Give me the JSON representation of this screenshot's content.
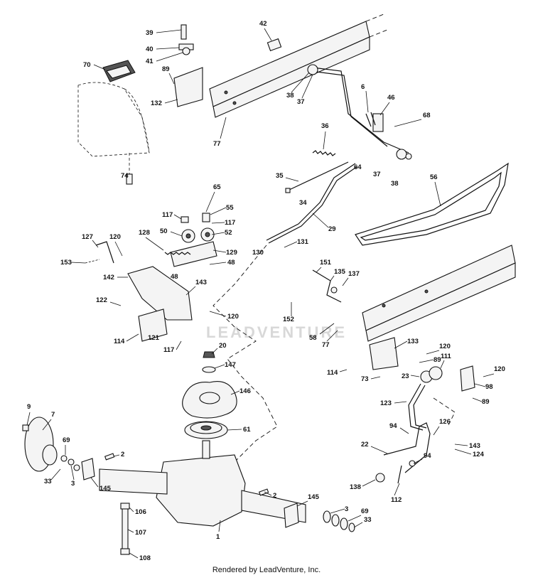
{
  "footer": "Rendered by LeadVenture, Inc.",
  "watermark": "LEADVENTURE",
  "callouts": [
    "39",
    "40",
    "41",
    "42",
    "70",
    "89",
    "132",
    "77",
    "38",
    "37",
    "6",
    "46",
    "68",
    "36",
    "74",
    "35",
    "64",
    "37",
    "38",
    "56",
    "65",
    "55",
    "117",
    "50",
    "117",
    "52",
    "34",
    "29",
    "127",
    "120",
    "128",
    "129",
    "153",
    "48",
    "48",
    "130",
    "131",
    "142",
    "143",
    "151",
    "135",
    "137",
    "122",
    "152",
    "120",
    "114",
    "121",
    "117",
    "58",
    "77",
    "133",
    "120",
    "20",
    "89",
    "147",
    "111",
    "114",
    "23",
    "73",
    "120",
    "98",
    "146",
    "89",
    "123",
    "9",
    "7",
    "61",
    "69",
    "2",
    "33",
    "3",
    "145",
    "94",
    "126",
    "22",
    "143",
    "124",
    "94",
    "2",
    "145",
    "138",
    "112",
    "3",
    "69",
    "33",
    "106",
    "1",
    "107",
    "108"
  ]
}
